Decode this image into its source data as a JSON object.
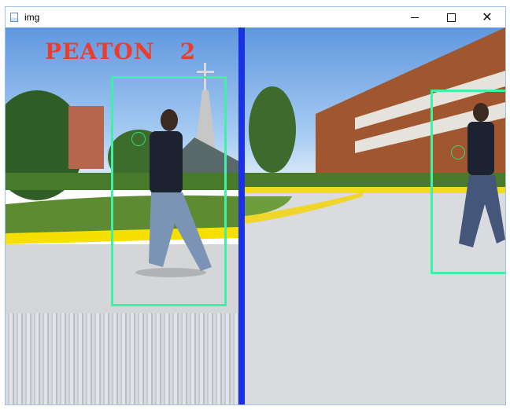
{
  "window": {
    "title": "img",
    "controls": {
      "minimize": "minimize",
      "maximize": "maximize",
      "close": "✕"
    }
  },
  "overlay": {
    "label_text": "PEATON",
    "count": "2"
  },
  "colors": {
    "label": "#ef3b2c",
    "bbox": "#3cf2a6",
    "divider": "#1a2fe8"
  }
}
